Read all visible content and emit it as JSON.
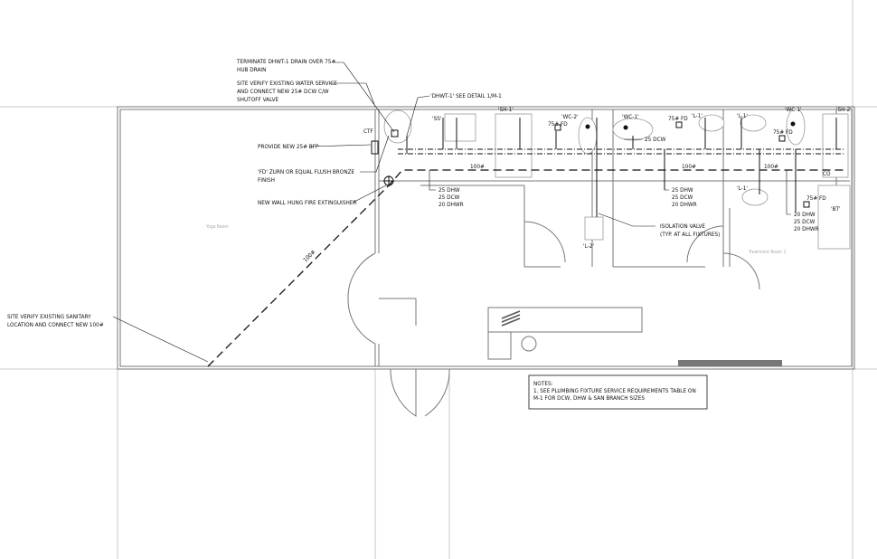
{
  "callouts": {
    "dhwt_drain": [
      "TERMINATE DHWT-1 DRAIN OVER 75#",
      "HUB DRAIN"
    ],
    "water_service": [
      "SITE VERIFY EXISTING WATER SERVICE",
      "AND CONNECT NEW 25# DCW C/W",
      "SHUTOFF VALVE"
    ],
    "bfp": "PROVIDE NEW 25# BFP",
    "floor_drain": [
      "'FD' ZURN OR EQUAL FLUSH BRONZE",
      "FINISH"
    ],
    "extinguisher": "NEW WALL HUNG FIRE EXTINGUISHER",
    "dhwt_detail": "'DHWT-1' SEE DETAIL 1/M-1",
    "sanitary": [
      "SITE VERIFY EXISTING SANITARY",
      "LOCATION AND CONNECT NEW 100#"
    ],
    "isolation_valve": [
      "ISOLATION VALVE",
      "(TYP. AT ALL FIXTURES)"
    ],
    "dcw_25": "25 DCW",
    "ctf": "CTF"
  },
  "fixtures": {
    "ss": "'SS'",
    "sh1": "'SH-1'",
    "wc2": "'WC-2'",
    "wc1a": "'WC-1'",
    "l1a": "'L-1'",
    "l1b": "'L-1'",
    "wc1b": "'WC-1'",
    "sh2": "'SH-2'",
    "l1c": "'L-1'",
    "bt": "'BT'",
    "l2": "'L-2'",
    "co": "CO",
    "fd1": "75# FD",
    "fd2": "75# FD",
    "fd3": "75# FD",
    "fd4": "75# FD"
  },
  "pipe_sizes": {
    "san_a": "100#",
    "san_b": "100#",
    "san_c": "100#",
    "san_diag": "100#",
    "branch1": [
      "25 DHW",
      "25 DCW",
      "20 DHWR"
    ],
    "branch2": [
      "25 DHW",
      "25 DCW",
      "20 DHWR"
    ],
    "branch3": [
      "20 DHW",
      "25 DCW",
      "20 DHWR"
    ]
  },
  "rooms": {
    "yoga": "Yoga Room",
    "treatment": "Treatment Room 2"
  },
  "notes": [
    "NOTES:",
    "1. SEE PLUMBING FIXTURE SERVICE REQUIREMENTS TABLE ON",
    "M-1 FOR DCW, DHW & SAN BRANCH SIZES"
  ]
}
